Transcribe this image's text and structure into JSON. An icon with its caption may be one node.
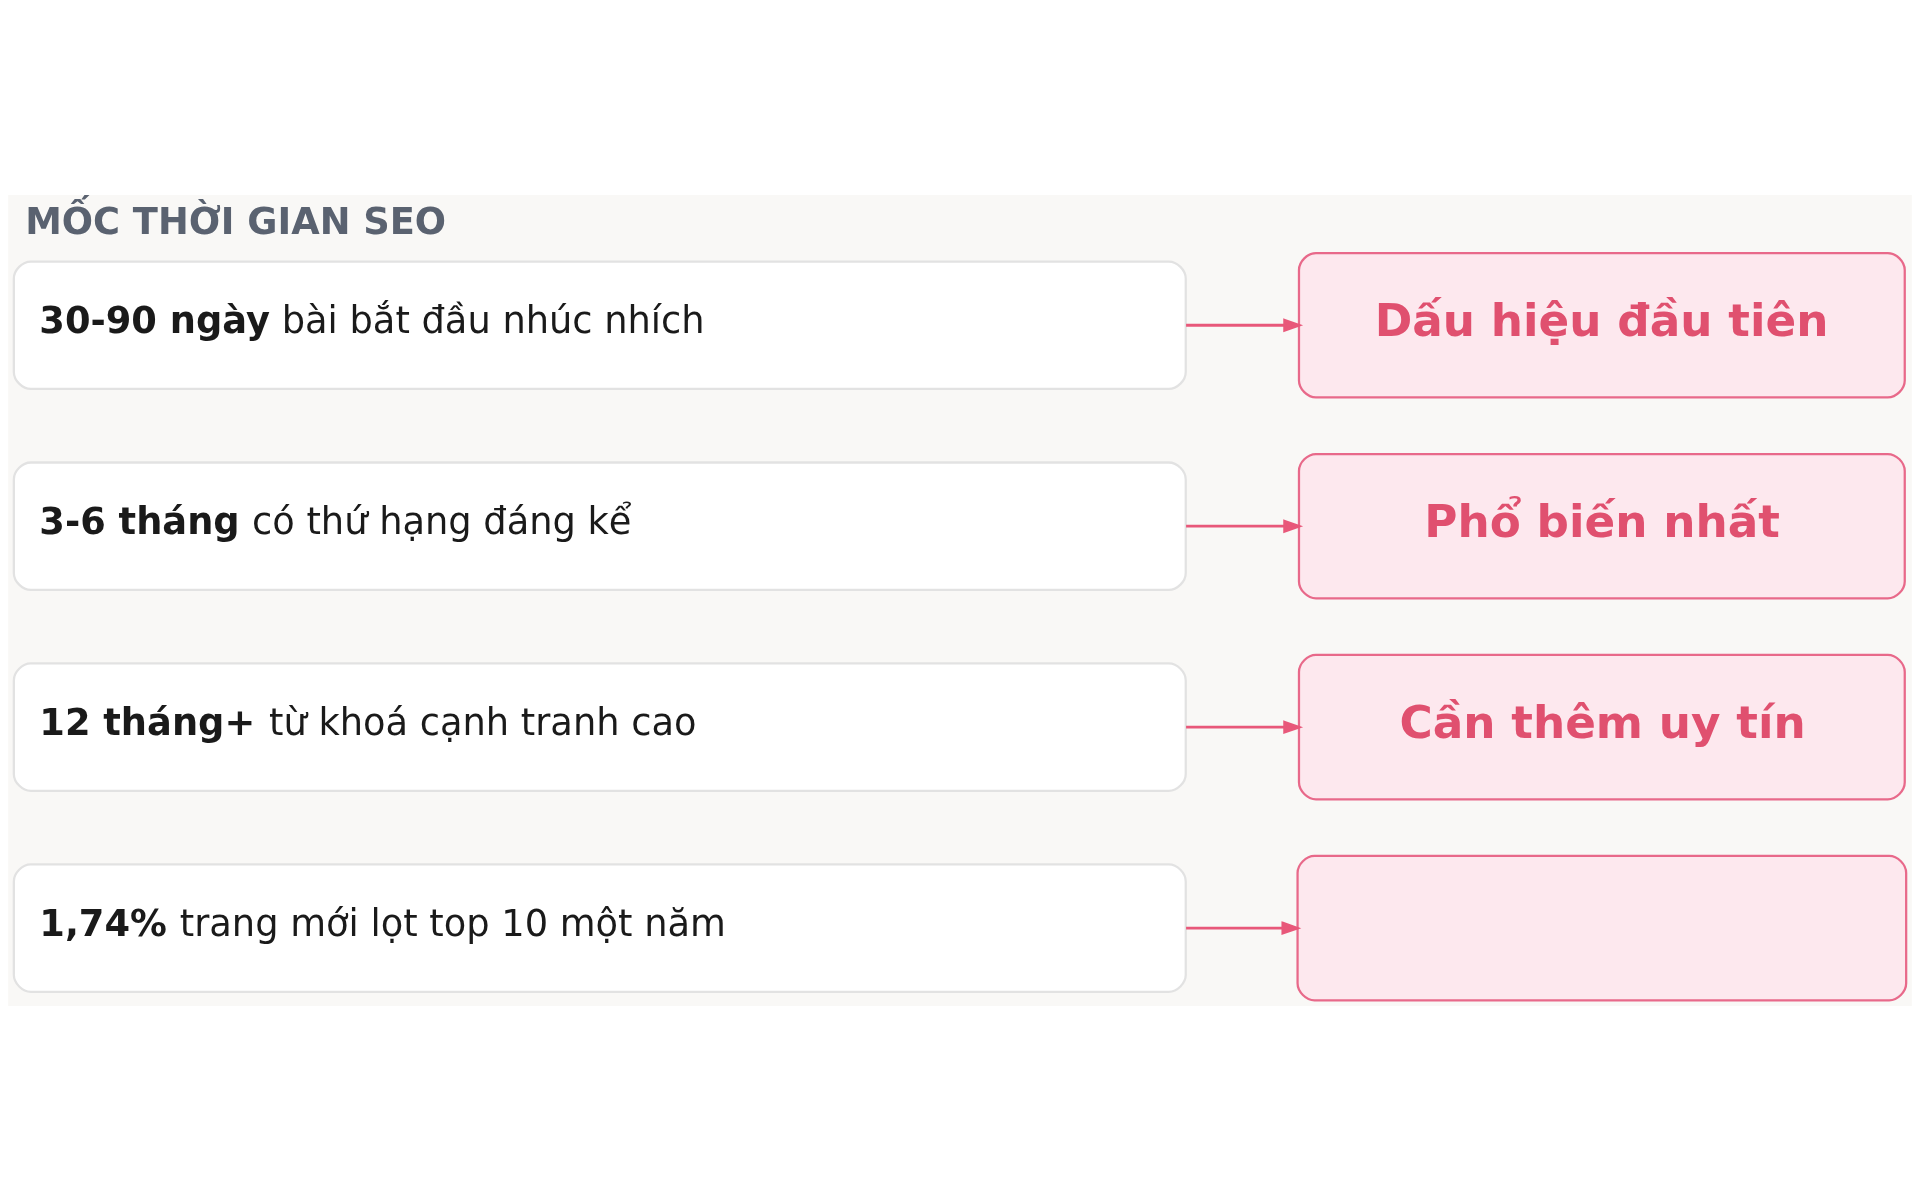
{
  "diagram": {
    "title": "MỐC THỜI GIAN SEO",
    "nodes": [
      {
        "text": [
          "**30-90 ngày** bài bắt đầu nhúc nhích"
        ]
      },
      {
        "text": [
          "Dấu hiệu đầu tiên"
        ]
      },
      {
        "text": [
          "**3-6 tháng** có thứ hạng đáng kể"
        ]
      },
      {
        "text": [
          "Phổ biến nhất"
        ]
      },
      {
        "text": [
          "**12 tháng+** từ khoá cạnh tranh cao"
        ]
      },
      {
        "text": [
          "Cần thêm uy tín"
        ]
      },
      {
        "text": [
          "**1,74%** trang mới lọt top 10 một năm"
        ]
      },
      {
        "text": [],
        "shape": "box"
      }
    ],
    "edges": [
      {
        "from": 0,
        "to": 1,
        "arrow": "to"
      },
      {
        "from": 2,
        "to": 3,
        "arrow": "to"
      },
      {
        "from": 4,
        "to": 5,
        "arrow": "to"
      },
      {
        "from": 6,
        "to": 7,
        "arrow": "to"
      }
    ]
  }
}
